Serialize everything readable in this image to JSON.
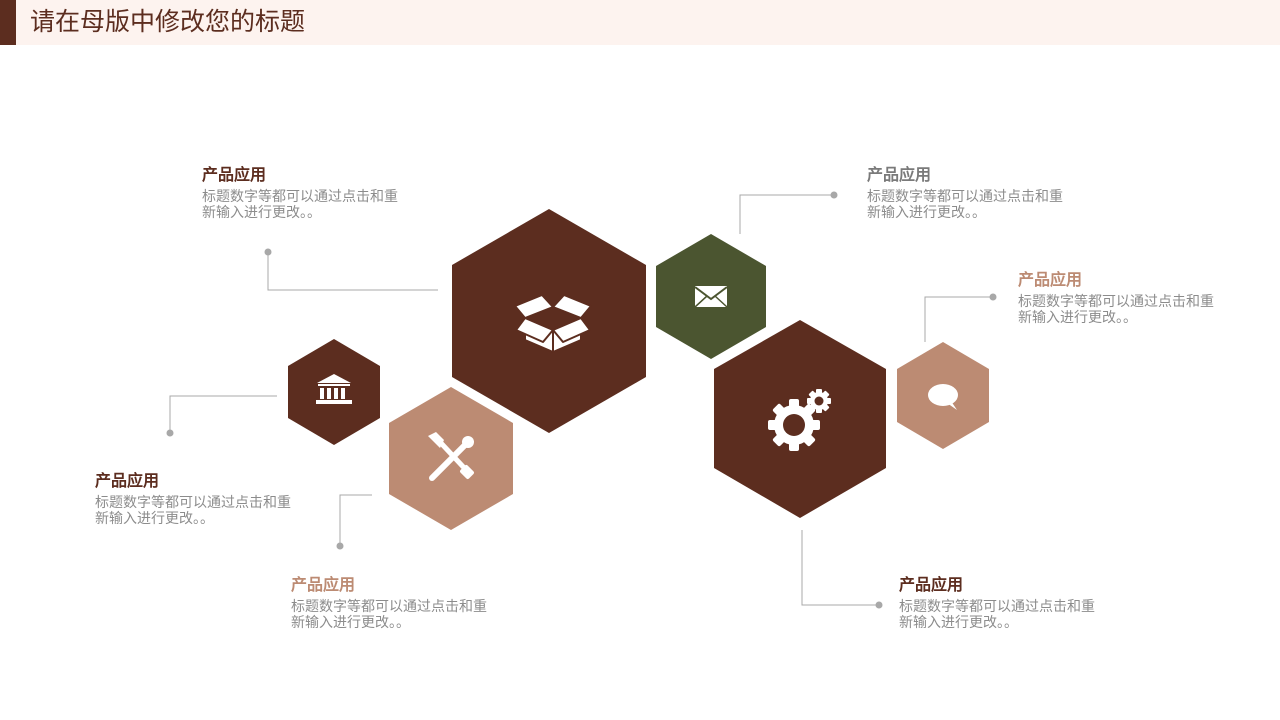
{
  "header": {
    "title": "请在母版中修改您的标题"
  },
  "colors": {
    "dark_brown": "#5c2d1f",
    "olive_green": "#4b5530",
    "tan": "#bc8b73",
    "connector": "#a8a8a8",
    "body_text": "#8c8c8c"
  },
  "items": [
    {
      "title": "产品应用",
      "body": "标题数字等都可以通过点击和重新输入进行更改。。",
      "hex_color": "#5c2d1f",
      "title_color": "#5c2d1f",
      "icon": "box-icon"
    },
    {
      "title": "产品应用",
      "body": "标题数字等都可以通过点击和重新输入进行更改。。",
      "hex_color": "#4b5530",
      "title_color": "#7a7a7a",
      "icon": "mail-icon"
    },
    {
      "title": "产品应用",
      "body": "标题数字等都可以通过点击和重新输入进行更改。。",
      "hex_color": "#5c2d1f",
      "title_color": "#5c2d1f",
      "icon": "bank-icon"
    },
    {
      "title": "产品应用",
      "body": "标题数字等都可以通过点击和重新输入进行更改。。",
      "hex_color": "#bc8b73",
      "title_color": "#bc8b73",
      "icon": "tools-icon"
    },
    {
      "title": "产品应用",
      "body": "标题数字等都可以通过点击和重新输入进行更改。。",
      "hex_color": "#5c2d1f",
      "title_color": "#5c2d1f",
      "icon": "gears-icon"
    },
    {
      "title": "产品应用",
      "body": "标题数字等都可以通过点击和重新输入进行更改。。",
      "hex_color": "#bc8b73",
      "title_color": "#bc8b73",
      "icon": "chat-icon"
    }
  ]
}
